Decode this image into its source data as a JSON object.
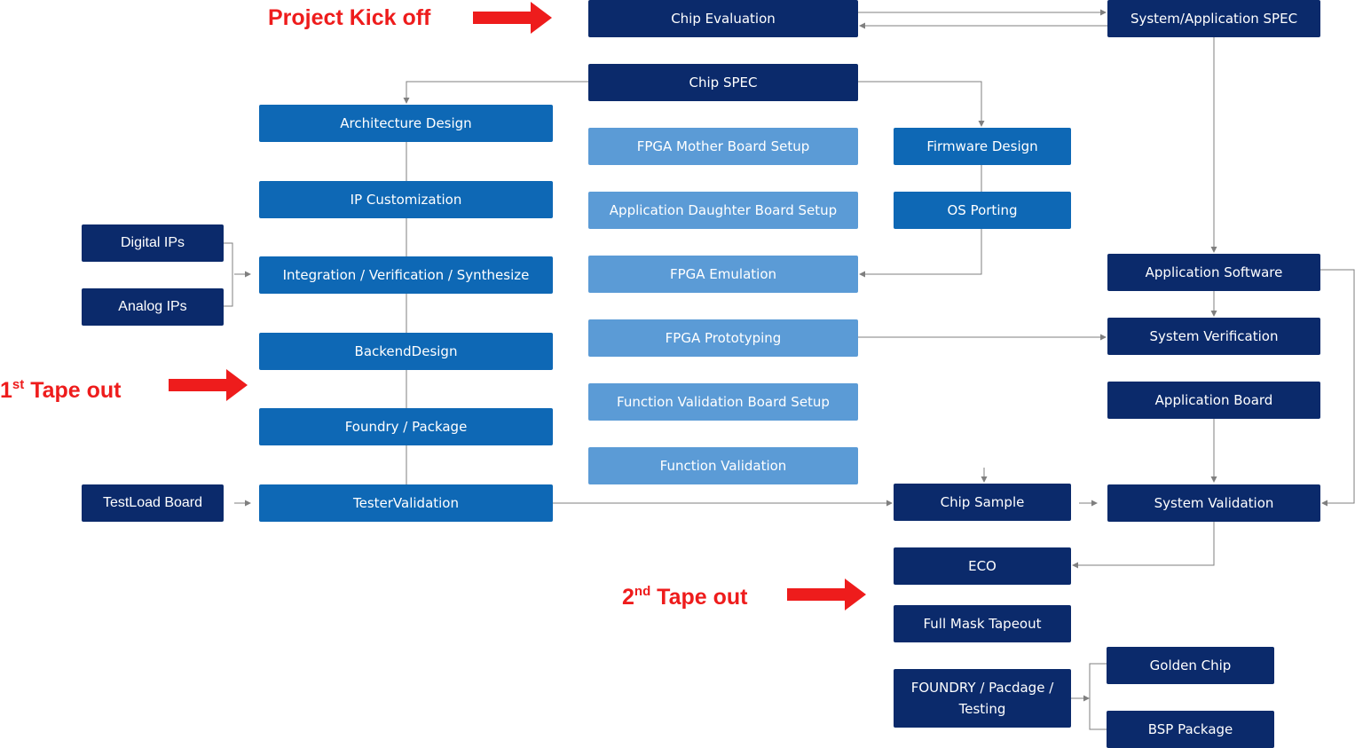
{
  "labels": {
    "kickoff": "Project Kick off",
    "tape1_num": "1",
    "tape1_sup": "st",
    "tape1_text": " Tape out",
    "tape2_num": "2",
    "tape2_sup": "nd",
    "tape2_text": " Tape out"
  },
  "boxes": {
    "chip_evaluation": "Chip Evaluation",
    "system_app_spec": "System/Application SPEC",
    "chip_spec": "Chip SPEC",
    "architecture_design": "Architecture Design",
    "fpga_mother_board": "FPGA Mother Board Setup",
    "firmware_design": "Firmware Design",
    "ip_customization": "IP Customization",
    "app_daughter_board": "Application Daughter Board Setup",
    "os_porting": "OS Porting",
    "digital_ips": "Digital IPs",
    "analog_ips": "Analog IPs",
    "integration": "Integration / Verification / Synthesize",
    "fpga_emulation": "FPGA Emulation",
    "application_software": "Application Software",
    "backend_design": "BackendDesign",
    "fpga_prototyping": "FPGA Prototyping",
    "system_verification": "System Verification",
    "foundry_package": "Foundry / Package",
    "function_validation_board": "Function Validation Board Setup",
    "application_board": "Application Board",
    "function_validation": "Function Validation",
    "testload_board": "TestLoad Board",
    "tester_validation": "TesterValidation",
    "chip_sample": "Chip Sample",
    "system_validation": "System Validation",
    "eco": "ECO",
    "full_mask_tapeout": "Full Mask Tapeout",
    "foundry_testing": "FOUNDRY / Pacdage / Testing",
    "golden_chip": "Golden Chip",
    "bsp_package": "BSP Package"
  },
  "colors": {
    "navy": "#0b2a6b",
    "blue": "#0e68b5",
    "light_blue": "#5b9bd6",
    "arrow_red": "#ee1c1c",
    "connector": "#7f7f7f"
  }
}
